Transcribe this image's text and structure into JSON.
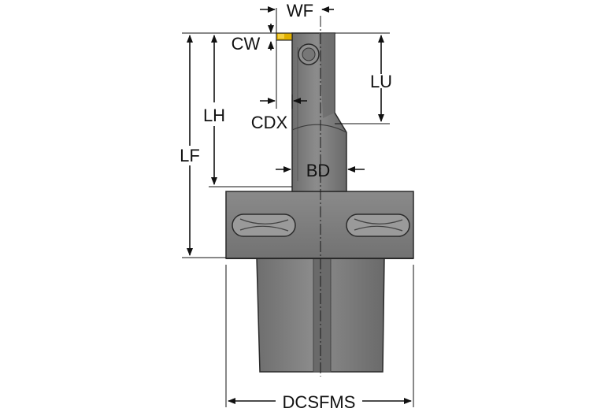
{
  "diagram": {
    "dimension_labels": {
      "wf": "WF",
      "cw": "CW",
      "lu": "LU",
      "lh": "LH",
      "cdx": "CDX",
      "lf": "LF",
      "bd": "BD",
      "dcsfms": "DCSFMS"
    },
    "colors": {
      "body": "#7a7a7a",
      "body_dark": "#5c5c5c",
      "body_light": "#9a9a9a",
      "insert": "#e0b000",
      "outline": "#2a2a2a",
      "dimension": "#111111",
      "background": "#ffffff"
    }
  }
}
